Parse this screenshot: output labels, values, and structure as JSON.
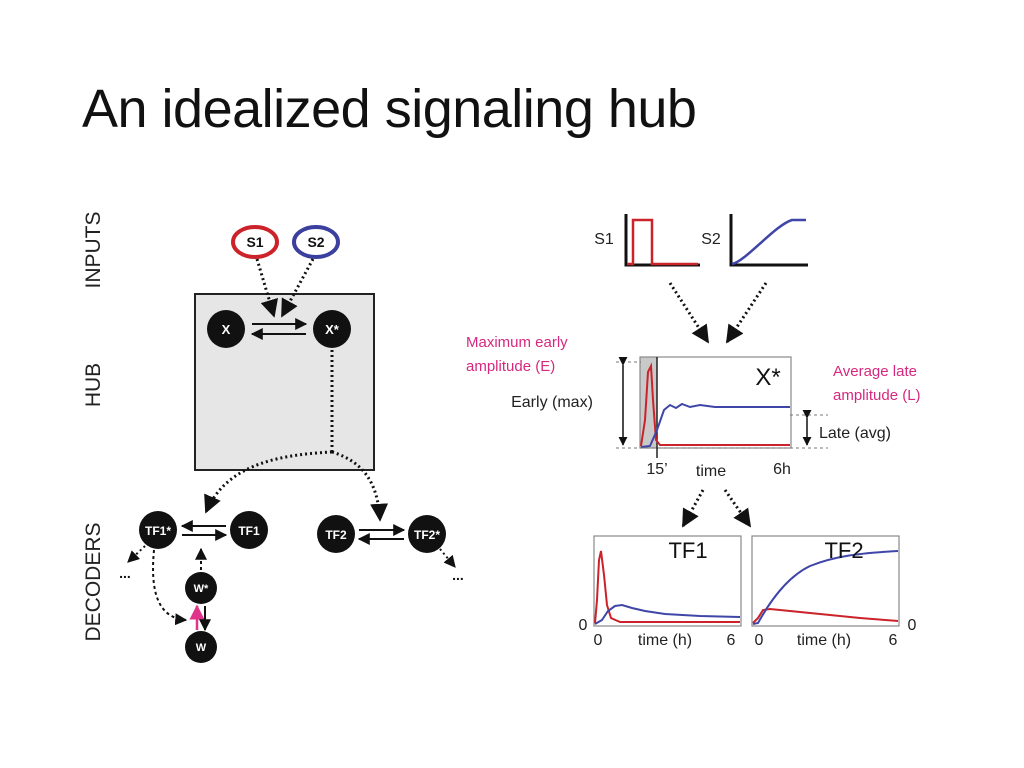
{
  "title": "An idealized signaling hub",
  "left_diagram": {
    "section_labels": {
      "inputs": "INPUTS",
      "hub": "HUB",
      "decoders": "DECODERS"
    },
    "nodes": {
      "s1": "S1",
      "s2": "S2",
      "x": "X",
      "x_star": "X*",
      "tf1_star": "TF1*",
      "tf1": "TF1",
      "tf2": "TF2",
      "tf2_star": "TF2*",
      "w_star": "W*",
      "w": "W"
    },
    "ellipsis": "...",
    "colors": {
      "s1_ring": "#cc2229",
      "s2_ring": "#3b3f9e",
      "node_fill": "#111111",
      "hub_box": "#e6e6e6",
      "pink_arrow": "#e0338a"
    }
  },
  "right_diagram": {
    "input_plots": {
      "s1_label": "S1",
      "s2_label": "S2"
    },
    "hub_plot": {
      "label": "X*",
      "early_label": "Early (max)",
      "late_label": "Late (avg)",
      "x_tick_start": "15’",
      "x_label": "time",
      "x_tick_end": "6h"
    },
    "annotations": {
      "max_early": [
        "Maximum early",
        "amplitude (E)"
      ],
      "avg_late": [
        "Average late",
        "amplitude (L)"
      ]
    },
    "tf1_plot": {
      "label": "TF1",
      "y_zero": "0",
      "x_start": "0",
      "x_label": "time (h)",
      "x_end": "6"
    },
    "tf2_plot": {
      "label": "TF2",
      "y_zero": "0",
      "x_start": "0",
      "x_label": "time (h)",
      "x_end": "6"
    },
    "colors": {
      "red_series": "#cc2229",
      "blue_series": "#3f46a8",
      "pink_text": "#d6287e"
    }
  }
}
